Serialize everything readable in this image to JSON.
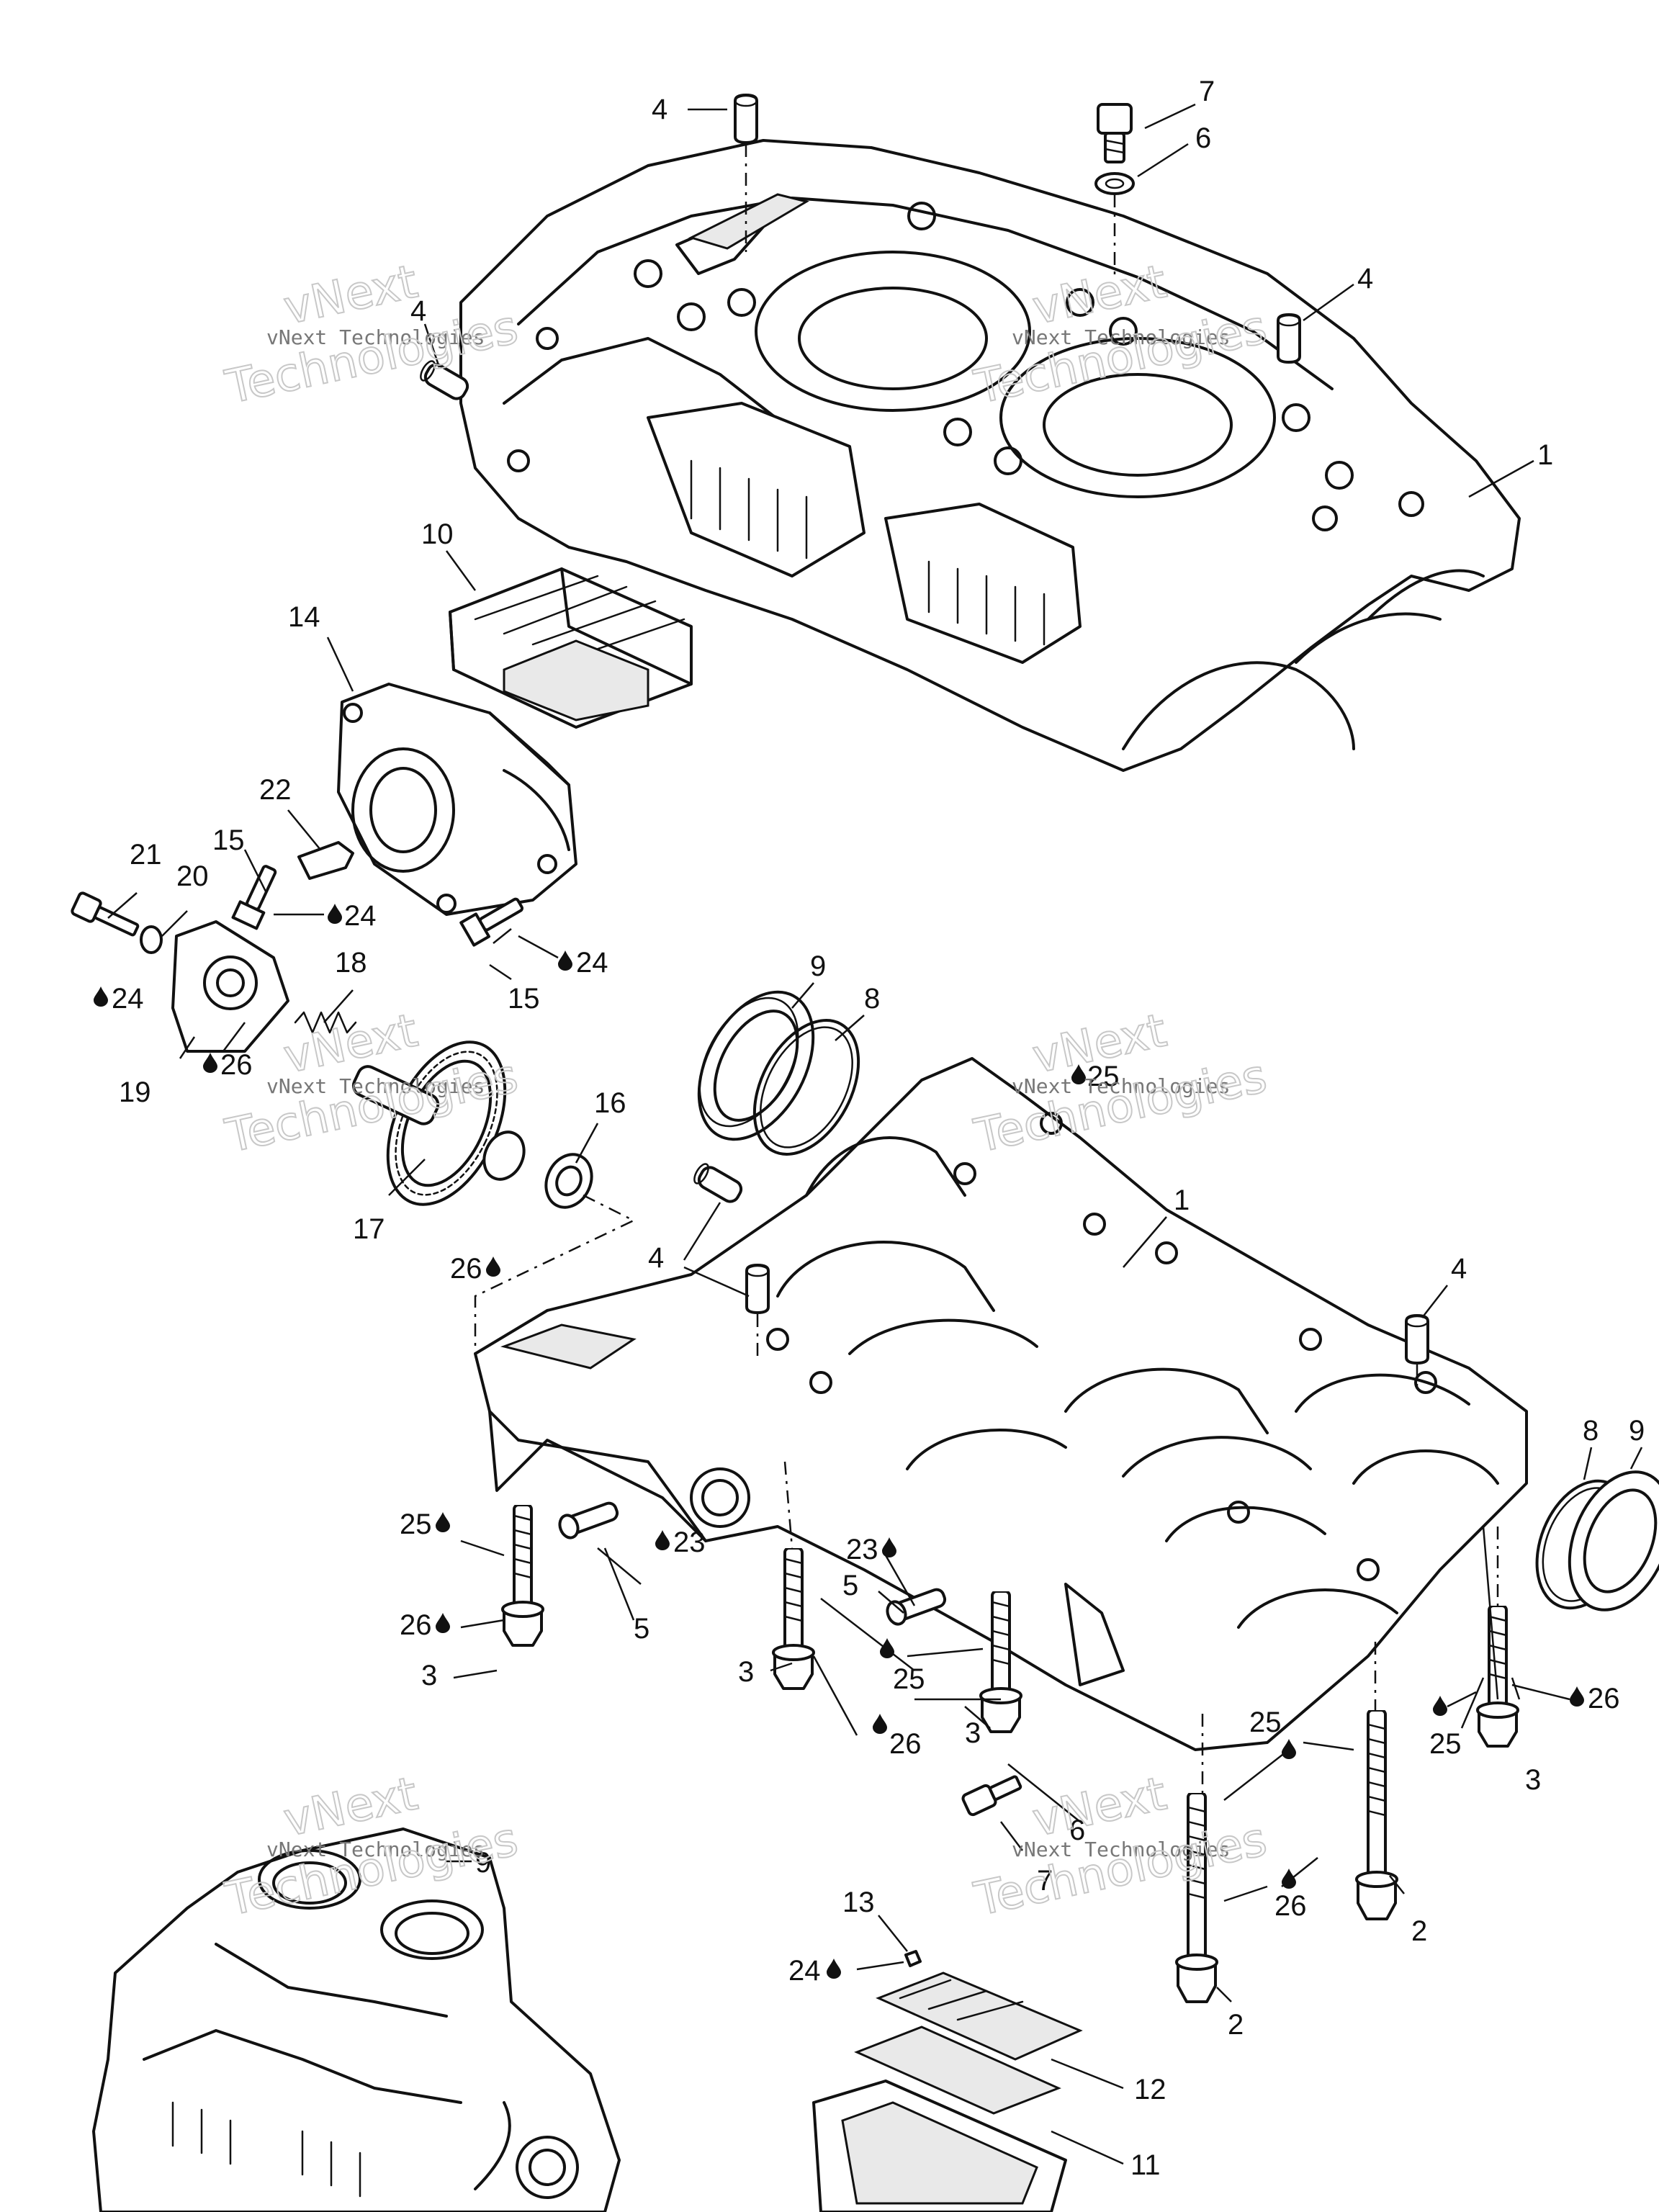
{
  "watermark": {
    "line1": "vNext",
    "line2": "vNext Technologies",
    "line3": "Technologies"
  },
  "callouts": [
    {
      "id": "c-4a",
      "text": "4"
    },
    {
      "id": "c-7a",
      "text": "7"
    },
    {
      "id": "c-6a",
      "text": "6"
    },
    {
      "id": "c-4b",
      "text": "4"
    },
    {
      "id": "c-4c",
      "text": "4"
    },
    {
      "id": "c-1a",
      "text": "1"
    },
    {
      "id": "c-10",
      "text": "10"
    },
    {
      "id": "c-14",
      "text": "14"
    },
    {
      "id": "c-22",
      "text": "22"
    },
    {
      "id": "c-21",
      "text": "21"
    },
    {
      "id": "c-15a",
      "text": "15"
    },
    {
      "id": "c-20",
      "text": "20"
    },
    {
      "id": "c-24a",
      "text": "24"
    },
    {
      "id": "c-24b",
      "text": "24"
    },
    {
      "id": "c-24c",
      "text": "24"
    },
    {
      "id": "c-15b",
      "text": "15"
    },
    {
      "id": "c-18",
      "text": "18"
    },
    {
      "id": "c-19",
      "text": "19"
    },
    {
      "id": "c-26a",
      "text": "26"
    },
    {
      "id": "c-9a",
      "text": "9"
    },
    {
      "id": "c-8a",
      "text": "8"
    },
    {
      "id": "c-25a",
      "text": "25"
    },
    {
      "id": "c-16",
      "text": "16"
    },
    {
      "id": "c-17",
      "text": "17"
    },
    {
      "id": "c-1b",
      "text": "1"
    },
    {
      "id": "c-26b",
      "text": "26"
    },
    {
      "id": "c-4d",
      "text": "4"
    },
    {
      "id": "c-4e",
      "text": "4"
    },
    {
      "id": "c-8b",
      "text": "8"
    },
    {
      "id": "c-9b",
      "text": "9"
    },
    {
      "id": "c-25b",
      "text": "25"
    },
    {
      "id": "c-26c",
      "text": "26"
    },
    {
      "id": "c-23a",
      "text": "23"
    },
    {
      "id": "c-5a",
      "text": "5"
    },
    {
      "id": "c-3a",
      "text": "3"
    },
    {
      "id": "c-23b",
      "text": "23"
    },
    {
      "id": "c-5b",
      "text": "5"
    },
    {
      "id": "c-3b",
      "text": "3"
    },
    {
      "id": "c-25c",
      "text": "25"
    },
    {
      "id": "c-26d",
      "text": "26"
    },
    {
      "id": "c-3c",
      "text": "3"
    },
    {
      "id": "c-25d",
      "text": "25"
    },
    {
      "id": "c-26e",
      "text": "26"
    },
    {
      "id": "c-3d",
      "text": "3"
    },
    {
      "id": "c-25e",
      "text": "25"
    },
    {
      "id": "c-6b",
      "text": "6"
    },
    {
      "id": "c-7b",
      "text": "7"
    },
    {
      "id": "c-26f",
      "text": "26"
    },
    {
      "id": "c-2a",
      "text": "2"
    },
    {
      "id": "c-2b",
      "text": "2"
    },
    {
      "id": "c-13",
      "text": "13"
    },
    {
      "id": "c-24d",
      "text": "24"
    },
    {
      "id": "c-12",
      "text": "12"
    },
    {
      "id": "c-11",
      "text": "11"
    },
    {
      "id": "c-9c",
      "text": "9"
    }
  ],
  "colors": {
    "ink": "#111111",
    "background": "#ffffff",
    "watermark": "#bdbdbd"
  }
}
